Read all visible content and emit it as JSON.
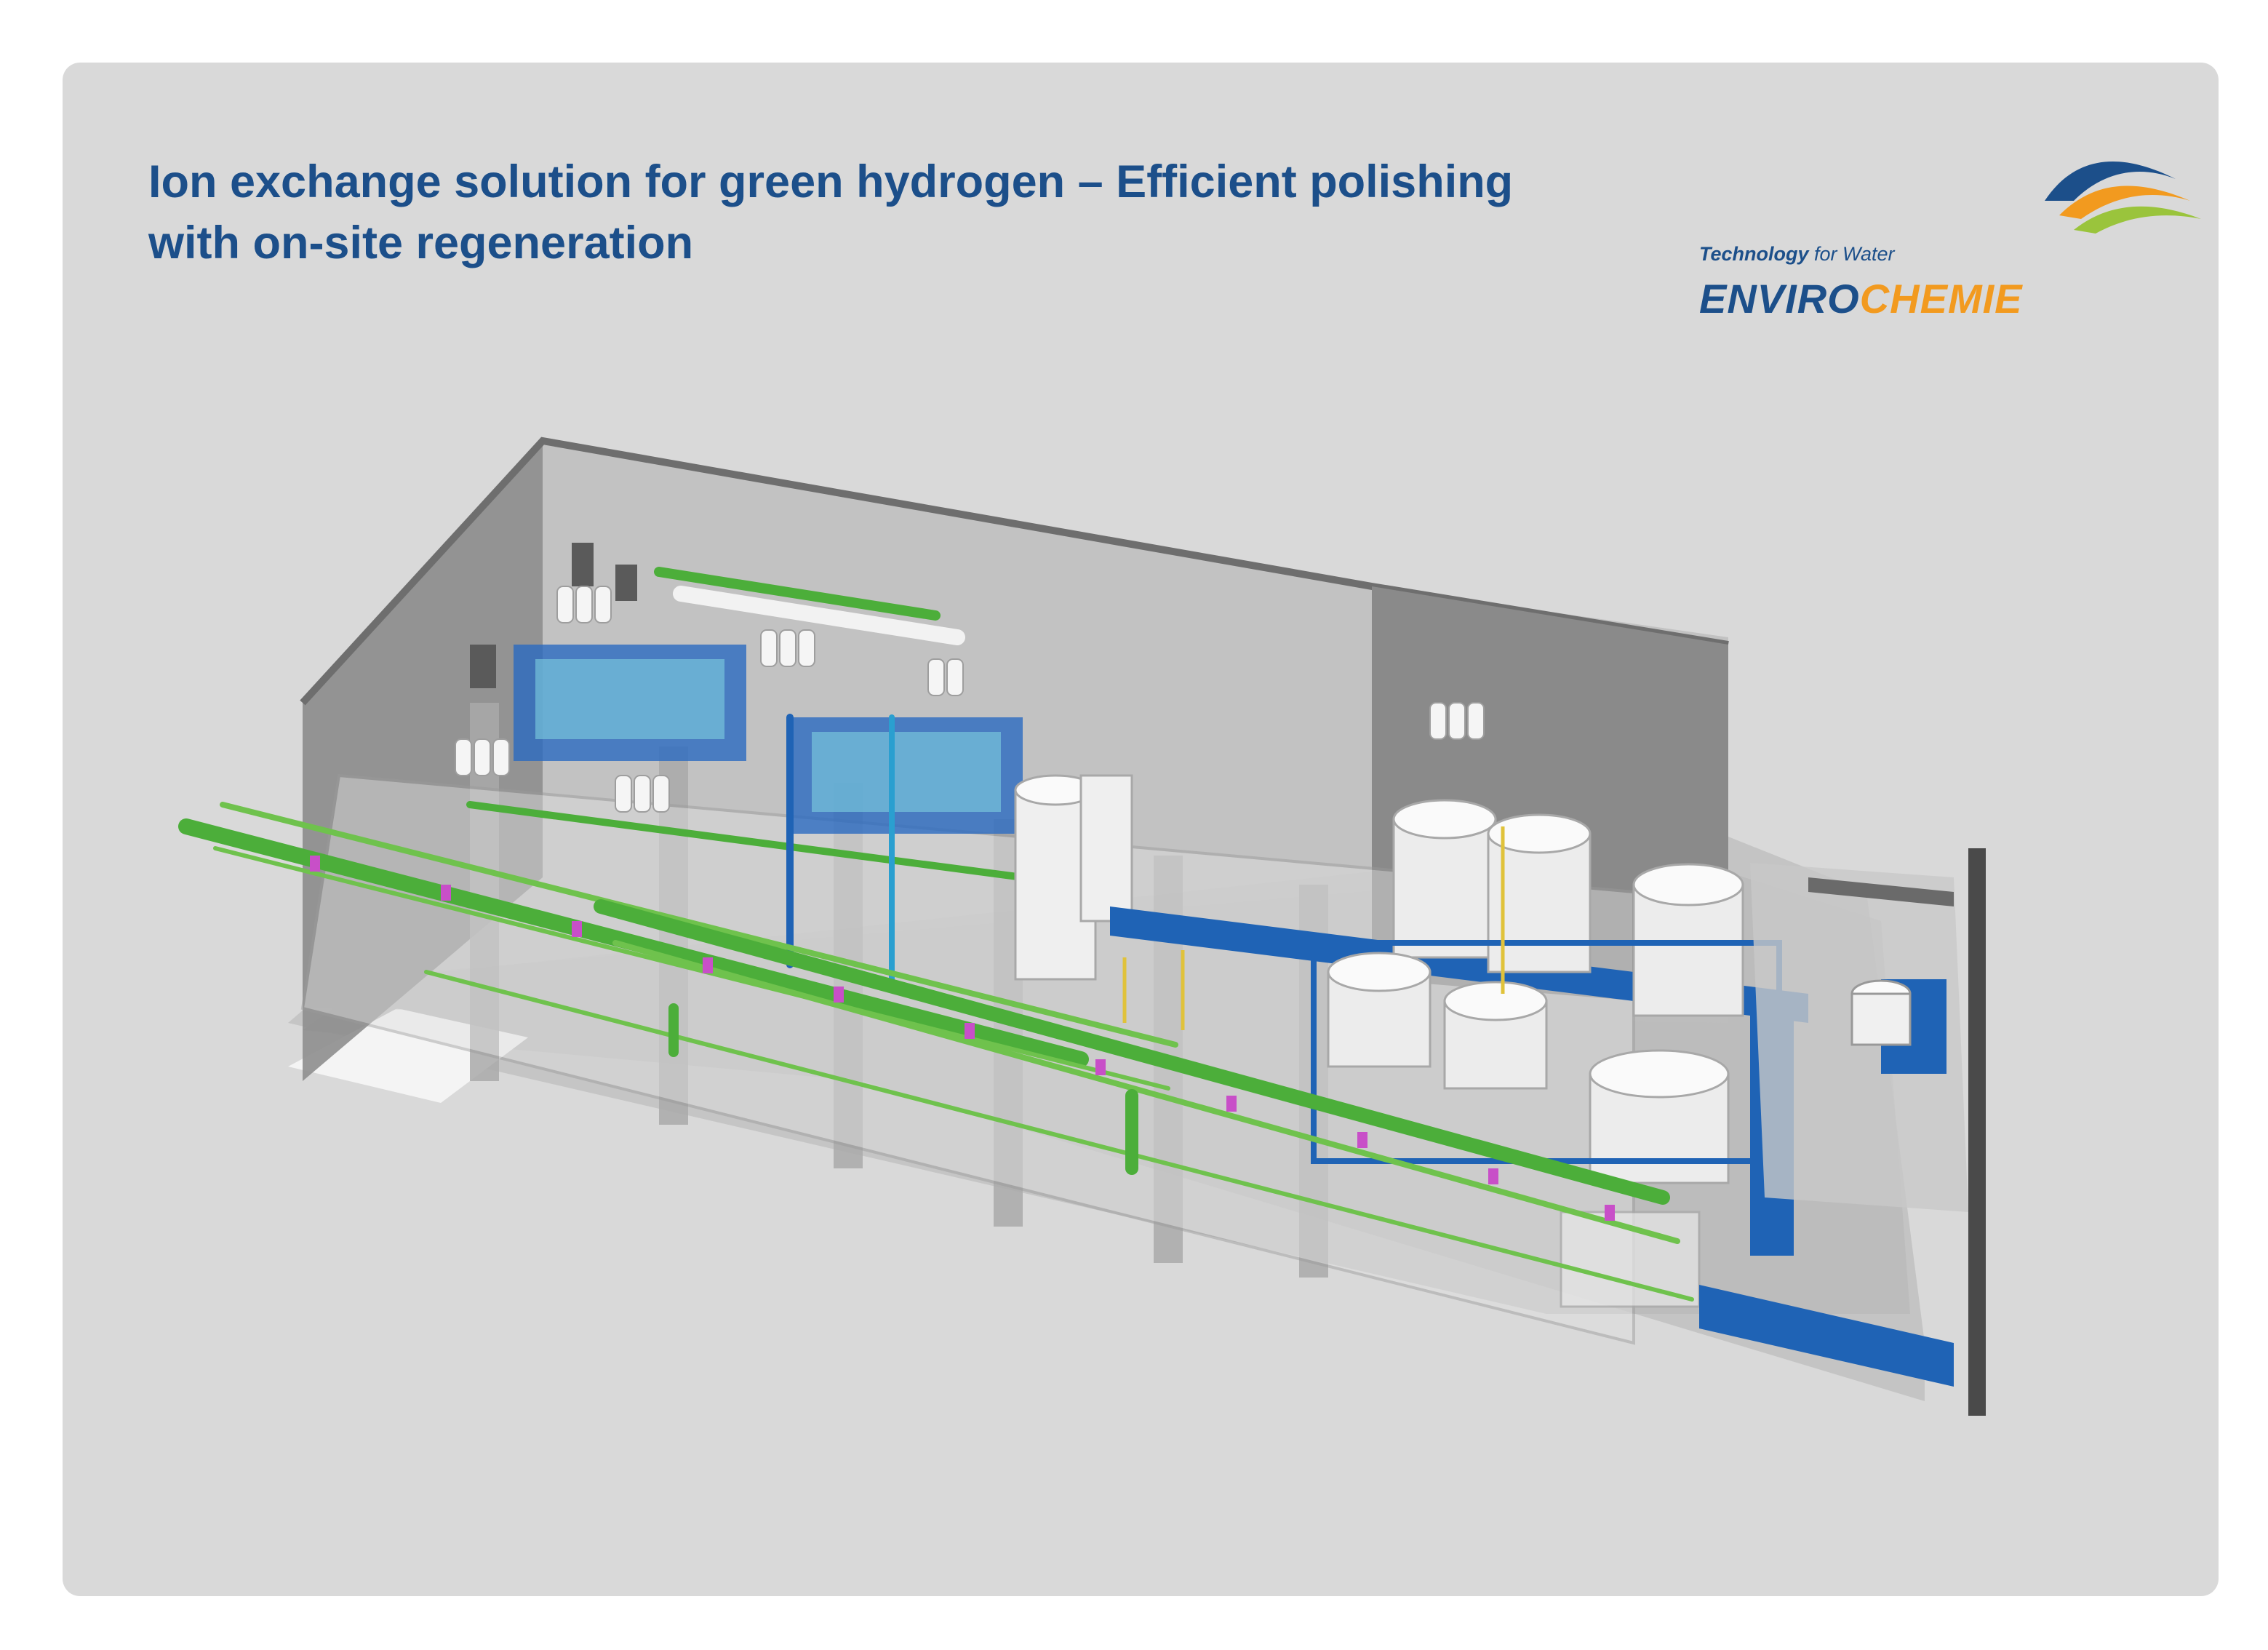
{
  "title": {
    "line1": "Ion exchange solution for green hydrogen – Efficient polishing",
    "line2": "with on-site regeneration"
  },
  "logo": {
    "tagline_bold": "Technology",
    "tagline_rest": " for Water",
    "brand_part1": "ENVIRO",
    "brand_part2": "CHEMIE"
  },
  "colors": {
    "background": "#d9d9d9",
    "title": "#1c4f8a",
    "brand_blue": "#1c4f8a",
    "brand_orange": "#f29a1f",
    "pipe_green": "#5fbf3f",
    "steel_blue": "#1f63b5",
    "tank_white": "#f2f2f2"
  },
  "illustration": {
    "subject": "3D plant model",
    "icons": [
      "building-shell-icon",
      "storage-tank-icon",
      "pipe-rack-icon",
      "ion-exchange-vessel-icon"
    ]
  }
}
